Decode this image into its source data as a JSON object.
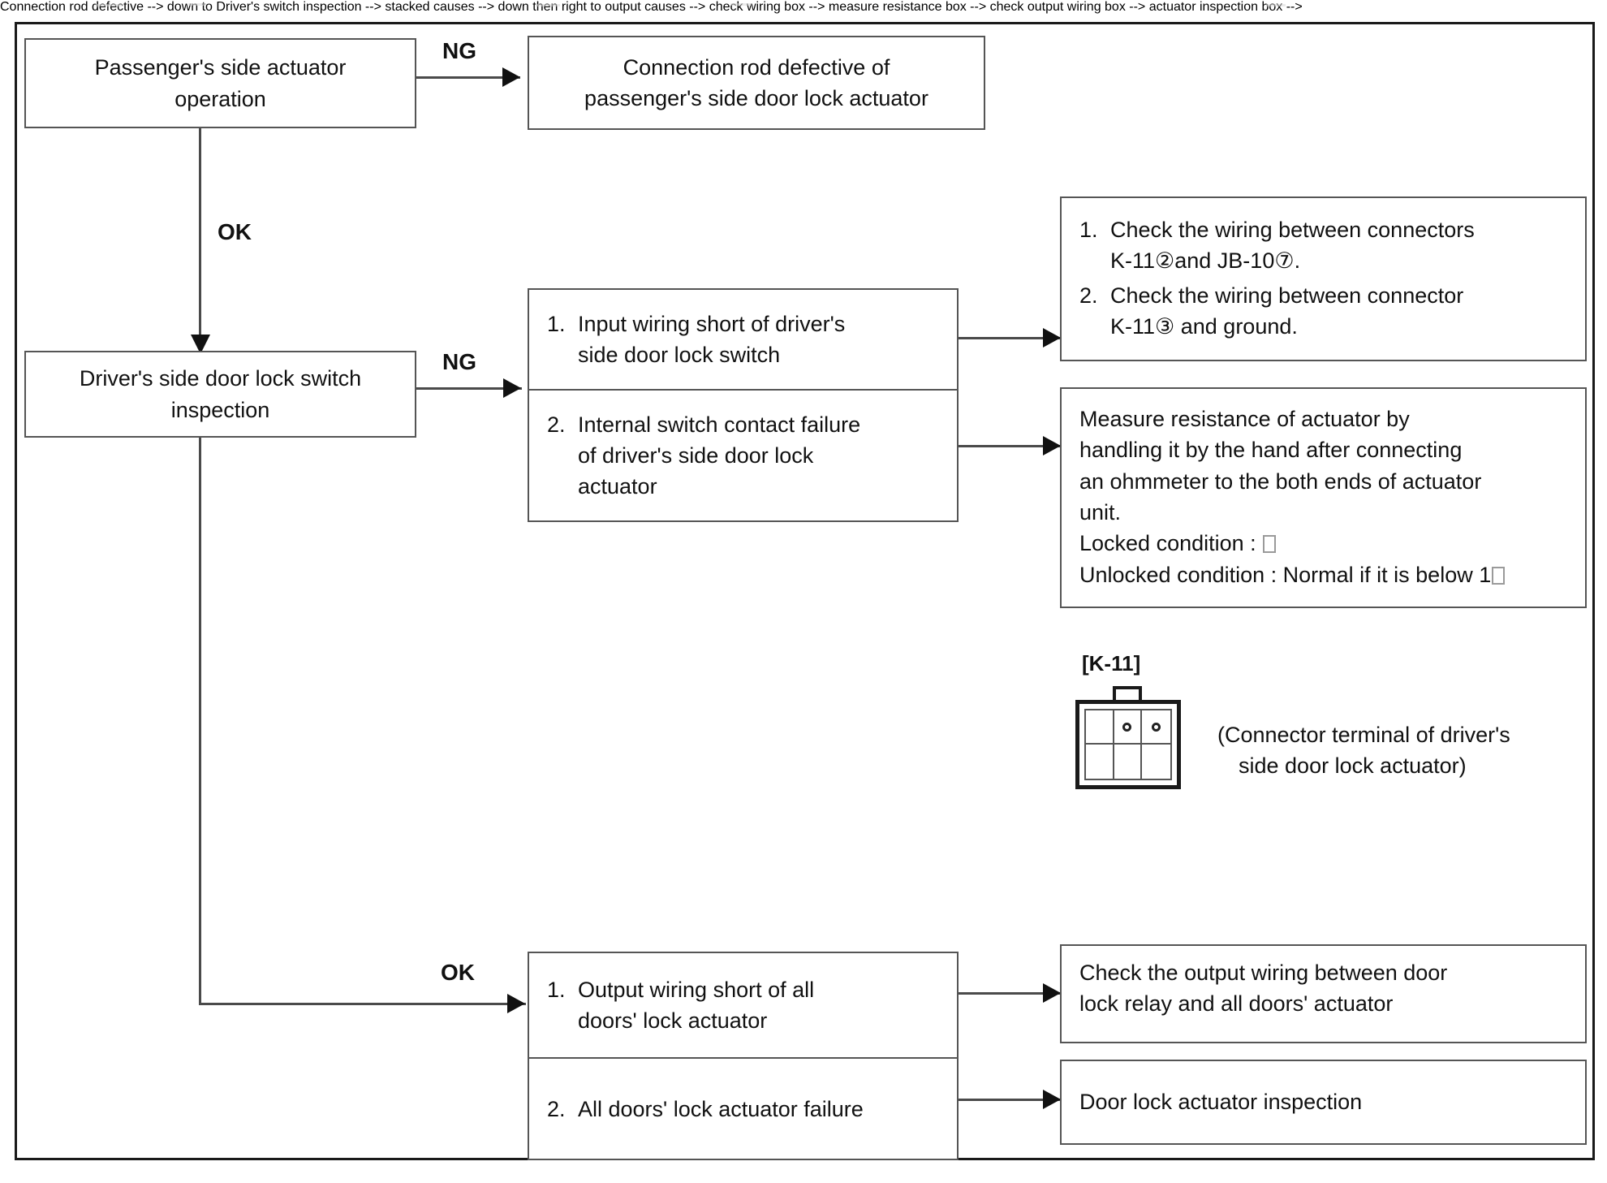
{
  "figure": {
    "type": "troubleshooting-flowchart",
    "title": "Door lock system troubleshooting flow"
  },
  "nodes": {
    "passenger_actuator": {
      "line1": "Passenger's side actuator",
      "line2": "operation"
    },
    "connection_rod": {
      "line1": "Connection rod defective of",
      "line2": "passenger's side door lock actuator"
    },
    "driver_switch_inspection": {
      "line1": "Driver's side door lock switch",
      "line2": "inspection"
    },
    "ng_cause_1": {
      "num": "1.",
      "line1": "Input wiring short of driver's",
      "line2": "side door lock switch"
    },
    "ng_cause_2": {
      "num": "2.",
      "line1": "Internal switch contact failure",
      "line2": "of driver's side door lock",
      "line3": "actuator"
    },
    "check_wiring": {
      "item1_num": "1.",
      "item1_l1": "Check the wiring between connectors",
      "item1_l2_a": "K-11",
      "item1_l2_circ1": "②",
      "item1_l2_b": "and JB-10",
      "item1_l2_circ2": "⑦",
      "item1_l2_c": ".",
      "item2_num": "2.",
      "item2_l1": "Check the wiring between connector",
      "item2_l2_a": "K-11",
      "item2_l2_circ": "③",
      "item2_l2_b": " and ground."
    },
    "measure_resistance": {
      "line1": "Measure resistance of actuator by",
      "line2": "handling it by the hand after connecting",
      "line3": "an ohmmeter to the both ends of actuator",
      "line4": "unit.",
      "line5_label": "Locked condition : ",
      "line6_label": "Unlocked condition : Normal if it is below 1"
    },
    "ok_cause_1": {
      "num": "1.",
      "line1": "Output wiring short of all",
      "line2": "doors' lock actuator"
    },
    "ok_cause_2": {
      "num": "2.",
      "line1": "All doors' lock actuator failure"
    },
    "check_output_wiring": {
      "line1": "Check the output wiring between door",
      "line2": "lock relay and all doors' actuator"
    },
    "actuator_inspection": {
      "line1": "Door lock actuator inspection"
    }
  },
  "edge_labels": {
    "ng_top": "NG",
    "ok_vertical": "OK",
    "ng_middle": "NG",
    "ok_bottom": "OK"
  },
  "connector": {
    "tag": "[K-11]",
    "caption_line1": "(Connector terminal of driver's",
    "caption_line2": "side door lock actuator)",
    "rows": 2,
    "columns": 3,
    "pin_cells": [
      2,
      3
    ]
  },
  "colors": {
    "frame": "#1a1a1a",
    "box_border": "#555555",
    "line": "#4a4a4a",
    "text": "#111111",
    "background": "#ffffff"
  }
}
